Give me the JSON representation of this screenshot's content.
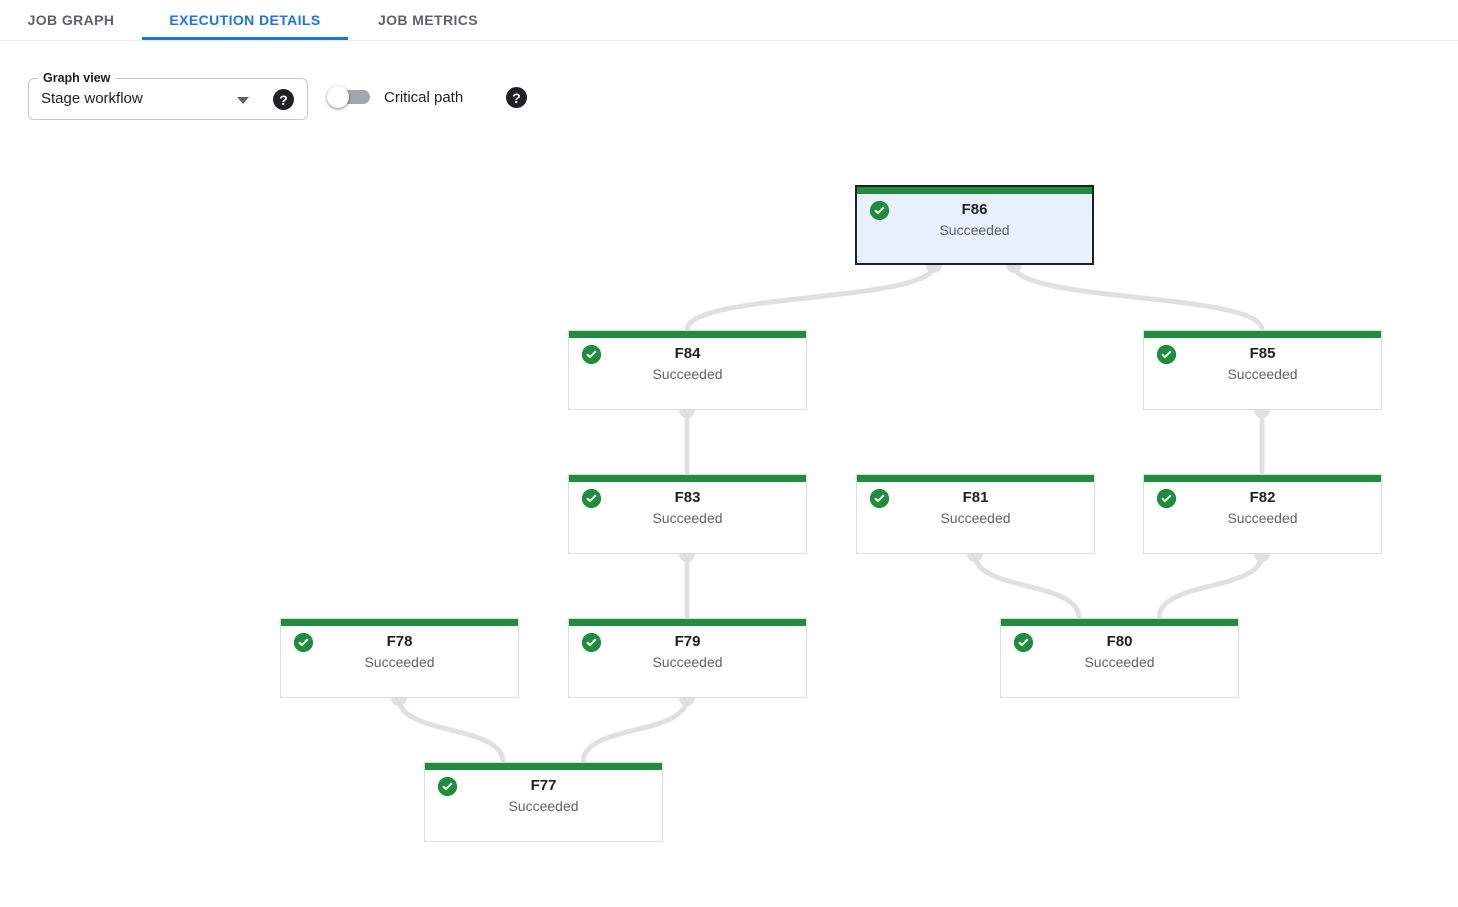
{
  "tabs": [
    {
      "label": "JOB GRAPH",
      "active": false
    },
    {
      "label": "EXECUTION DETAILS",
      "active": true
    },
    {
      "label": "JOB METRICS",
      "active": false
    }
  ],
  "controls": {
    "graph_view": {
      "label": "Graph view",
      "value": "Stage workflow"
    },
    "critical_path": {
      "label": "Critical path",
      "enabled": false
    }
  },
  "icons": {
    "help": "?",
    "check": "✓"
  },
  "colors": {
    "accent_blue": "#1a73e8",
    "success_green": "#1e8e3e",
    "selected_node_bg": "#e8f0fe",
    "edge_gray": "#e0e0e0"
  },
  "graph": {
    "view": "Stage workflow",
    "nodes": [
      {
        "id": "F86",
        "status": "Succeeded",
        "selected": true
      },
      {
        "id": "F84",
        "status": "Succeeded",
        "selected": false
      },
      {
        "id": "F85",
        "status": "Succeeded",
        "selected": false
      },
      {
        "id": "F83",
        "status": "Succeeded",
        "selected": false
      },
      {
        "id": "F81",
        "status": "Succeeded",
        "selected": false
      },
      {
        "id": "F82",
        "status": "Succeeded",
        "selected": false
      },
      {
        "id": "F78",
        "status": "Succeeded",
        "selected": false
      },
      {
        "id": "F79",
        "status": "Succeeded",
        "selected": false
      },
      {
        "id": "F80",
        "status": "Succeeded",
        "selected": false
      },
      {
        "id": "F77",
        "status": "Succeeded",
        "selected": false
      }
    ],
    "edges": [
      {
        "from": "F86",
        "to": "F84"
      },
      {
        "from": "F86",
        "to": "F85"
      },
      {
        "from": "F84",
        "to": "F83"
      },
      {
        "from": "F85",
        "to": "F82"
      },
      {
        "from": "F83",
        "to": "F79"
      },
      {
        "from": "F81",
        "to": "F80"
      },
      {
        "from": "F82",
        "to": "F80"
      },
      {
        "from": "F78",
        "to": "F77"
      },
      {
        "from": "F79",
        "to": "F77"
      }
    ]
  }
}
